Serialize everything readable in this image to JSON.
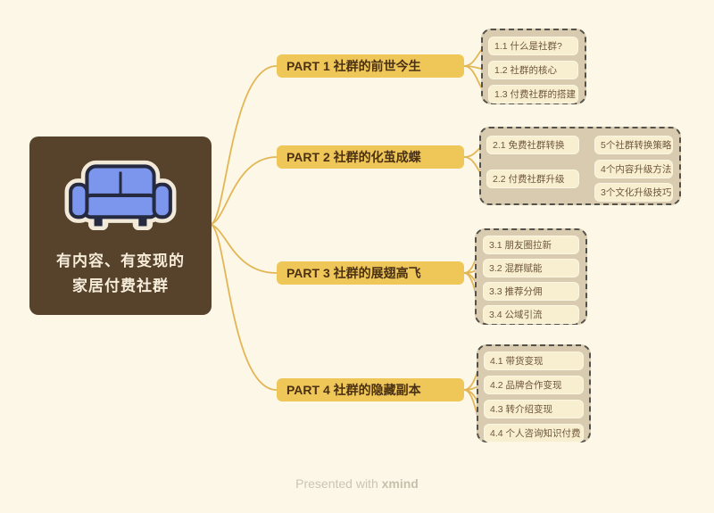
{
  "root": {
    "icon": "sofa-icon",
    "line1": "有内容、有变现的",
    "line2": "家居付费社群"
  },
  "branches": [
    {
      "label": "PART 1 社群的前世今生",
      "children": [
        {
          "label": "1.1 什么是社群?"
        },
        {
          "label": "1.2 社群的核心"
        },
        {
          "label": "1.3 付费社群的搭建"
        }
      ]
    },
    {
      "label": "PART 2 社群的化茧成蝶",
      "children": [
        {
          "label": "2.1 免费社群转换",
          "children": [
            {
              "label": "5个社群转换策略"
            }
          ]
        },
        {
          "label": "2.2 付费社群升级",
          "children": [
            {
              "label": "4个内容升级方法"
            },
            {
              "label": "3个文化升级技巧"
            }
          ]
        }
      ]
    },
    {
      "label": "PART 3 社群的展翅高飞",
      "children": [
        {
          "label": "3.1 朋友圈拉新"
        },
        {
          "label": "3.2 混群赋能"
        },
        {
          "label": "3.3 推荐分佣"
        },
        {
          "label": "3.4 公域引流"
        }
      ]
    },
    {
      "label": "PART 4 社群的隐藏副本",
      "children": [
        {
          "label": "4.1 带货变现"
        },
        {
          "label": "4.2 品牌合作变现"
        },
        {
          "label": "4.3 转介绍变现"
        },
        {
          "label": "4.4 个人咨询知识付费"
        }
      ]
    }
  ],
  "footer": {
    "text": "Presented with ",
    "brand": "xmind"
  },
  "colors": {
    "background": "#FCF7E6",
    "root_bg": "#57422B",
    "root_text": "#F5ECD9",
    "branch_bg": "#EFC658",
    "branch_text": "#4A3113",
    "group_bg": "#D8CBB0",
    "group_border": "#55524A",
    "leaf_bg": "#F8EFD0",
    "leaf_text": "#6E5639",
    "connector": "#E3B655",
    "sofa_blue": "#7C96EE",
    "sofa_outline": "#252A40",
    "footer_text": "#CBC5B3"
  }
}
